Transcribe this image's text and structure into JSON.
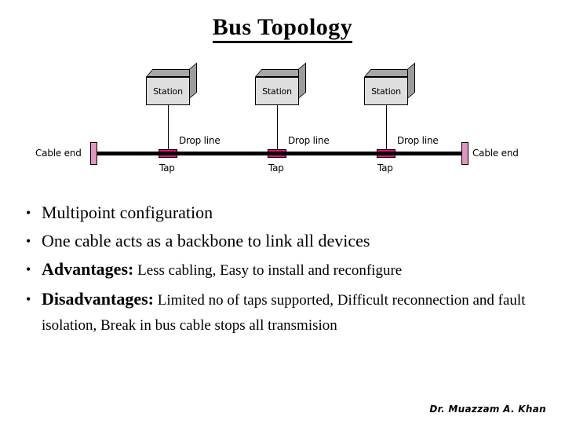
{
  "slide": {
    "title": "Bus Topology",
    "footer": "Dr. Muazzam A. Khan"
  },
  "diagram": {
    "station_label_1": "Station",
    "station_label_2": "Station",
    "station_label_3": "Station",
    "dropline_label_1": "Drop line",
    "dropline_label_2": "Drop line",
    "dropline_label_3": "Drop line",
    "tap_label_1": "Tap",
    "tap_label_2": "Tap",
    "tap_label_3": "Tap",
    "cable_end_left_label": "Cable end",
    "cable_end_right_label": "Cable end",
    "colors": {
      "tap": "#e8127d",
      "cable_end": "#e295bd",
      "station_front": "#dedede",
      "station_side": "#9c9c9c",
      "bus_cable": "#000000"
    }
  },
  "bullets": [
    {
      "marker": "•",
      "lead": "",
      "rest": "Multipoint configuration"
    },
    {
      "marker": "•",
      "lead": "",
      "rest": "One cable acts as a backbone to link all devices"
    },
    {
      "marker": "•",
      "lead": "Advantages:",
      "rest": " Less cabling, Easy to install and reconfigure"
    },
    {
      "marker": "•",
      "lead": "Disadvantages:",
      "rest": " Limited no of taps supported, Difficult reconnection and fault isolation, Break in bus cable stops all transmision"
    }
  ]
}
